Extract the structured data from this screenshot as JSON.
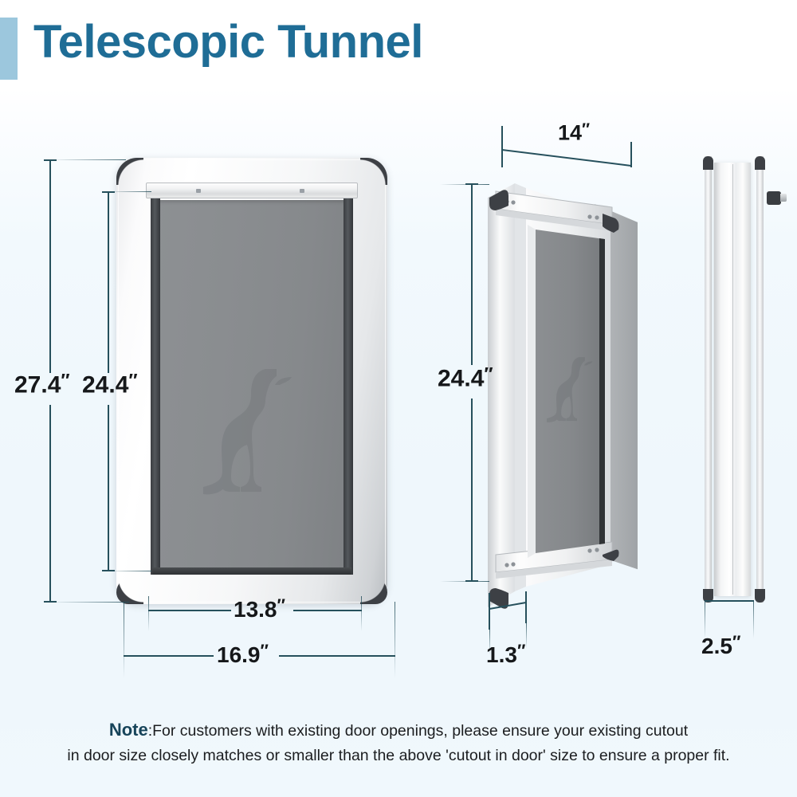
{
  "header": {
    "title": "Telescopic Tunnel",
    "accent_color": "#9cc7dd",
    "title_color": "#1f6d96"
  },
  "views": {
    "front": {
      "name": "Front view of pet door with flap",
      "dog_icon": "sitting-dog-silhouette"
    },
    "iso": {
      "name": "Angled perspective view of pet door",
      "dog_icon": "sitting-dog-silhouette"
    },
    "side": {
      "name": "Side profile view of telescopic tunnel",
      "knob_icon": "latch-knob-icon"
    }
  },
  "dimensions": {
    "front_outer_height": "27.4",
    "front_cutout_height": "24.4",
    "front_cutout_width": "13.8",
    "front_outer_width": "16.9",
    "iso_width": "14",
    "iso_height": "24.4",
    "iso_depth": "1.3",
    "side_depth": "2.5",
    "unit": "″"
  },
  "note": {
    "label": "Note",
    "separator": ":",
    "line1": "For customers with existing door openings, please ensure your existing cutout",
    "line2": "in door size closely matches or smaller than the above 'cutout in door' size to ensure a proper fit."
  },
  "colors": {
    "background": "#eff7fc",
    "dimension_line": "#26505c",
    "frame_light": "#f6f7f8",
    "frame_corner": "#3d4045",
    "flap_gray": "#8a8d90",
    "note_label": "#17445a"
  }
}
